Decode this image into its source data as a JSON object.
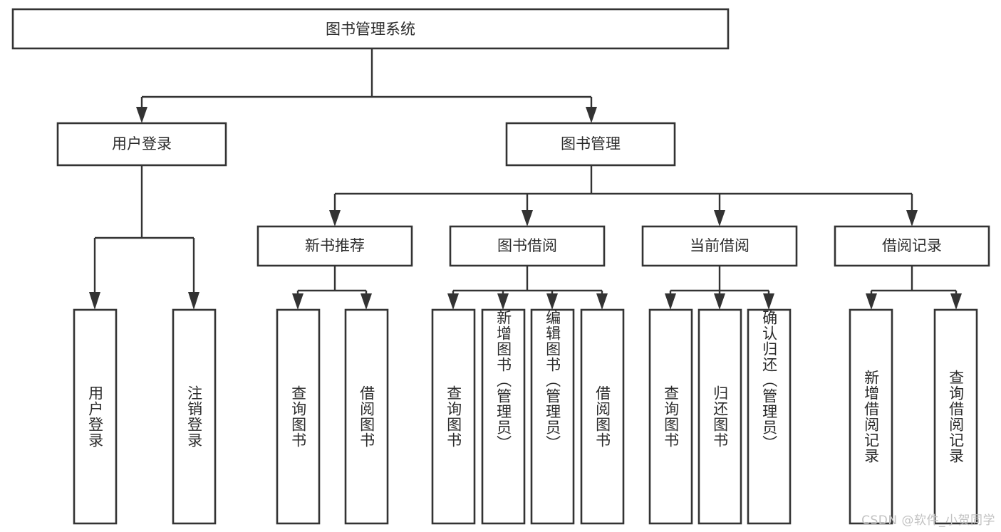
{
  "diagram": {
    "type": "hierarchy-tree",
    "title": "图书管理系统",
    "orientation": "top-down",
    "root": {
      "label": "图书管理系统",
      "text_direction": "horizontal"
    },
    "level2": [
      {
        "label": "用户登录",
        "text_direction": "horizontal"
      },
      {
        "label": "图书管理",
        "text_direction": "horizontal"
      }
    ],
    "level3": [
      {
        "label": "新书推荐",
        "text_direction": "horizontal",
        "parent": "图书管理"
      },
      {
        "label": "图书借阅",
        "text_direction": "horizontal",
        "parent": "图书管理"
      },
      {
        "label": "当前借阅",
        "text_direction": "horizontal",
        "parent": "图书管理"
      },
      {
        "label": "借阅记录",
        "text_direction": "horizontal",
        "parent": "图书管理"
      }
    ],
    "leaves": {
      "用户登录": [
        {
          "label": "用户登录",
          "text_direction": "vertical"
        },
        {
          "label": "注销登录",
          "text_direction": "vertical"
        }
      ],
      "新书推荐": [
        {
          "label": "查询图书",
          "text_direction": "vertical"
        },
        {
          "label": "借阅图书",
          "text_direction": "vertical"
        }
      ],
      "图书借阅": [
        {
          "label": "查询图书",
          "text_direction": "vertical"
        },
        {
          "label": "新增图书（管理员）",
          "text_direction": "vertical"
        },
        {
          "label": "编辑图书（管理员）",
          "text_direction": "vertical"
        },
        {
          "label": "借阅图书",
          "text_direction": "vertical"
        }
      ],
      "当前借阅": [
        {
          "label": "查询图书",
          "text_direction": "vertical"
        },
        {
          "label": "归还图书",
          "text_direction": "vertical"
        },
        {
          "label": "确认归还（管理员）",
          "text_direction": "vertical"
        }
      ],
      "借阅记录": [
        {
          "label": "新增借阅记录",
          "text_direction": "vertical"
        },
        {
          "label": "查询借阅记录",
          "text_direction": "vertical"
        }
      ]
    }
  },
  "watermark": {
    "text": "CSDN @软件_小贺同学"
  },
  "colors": {
    "background": "#ffffff",
    "stroke": "#333333",
    "box_fill": "#ffffff",
    "text": "#2b2b2b",
    "watermark": "#c2c2c2"
  }
}
